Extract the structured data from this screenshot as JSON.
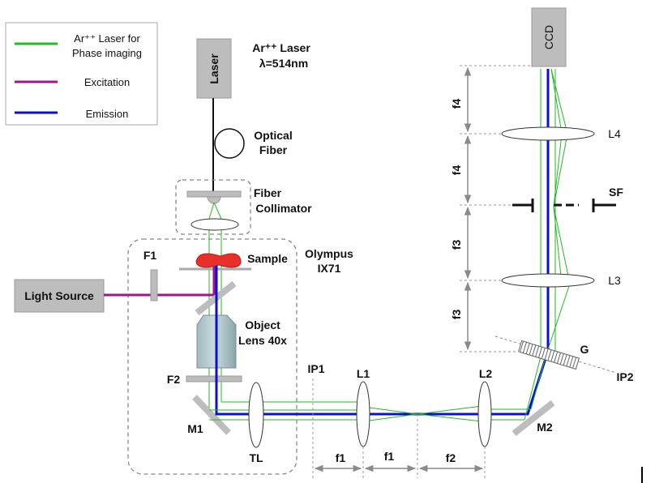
{
  "colors": {
    "green": "#22bb22",
    "magenta": "#a0158f",
    "blue": "#0a10d0",
    "gray_component": "#bdbdbd",
    "sample_red": "#e8302a"
  },
  "legend": {
    "items": [
      {
        "label_line1": "Ar⁺⁺ Laser for",
        "label_line2": "Phase imaging",
        "color_key": "green"
      },
      {
        "label_line1": "Excitation",
        "color_key": "magenta"
      },
      {
        "label_line1": "Emission",
        "color_key": "blue"
      }
    ]
  },
  "components": {
    "laser_box": "Laser",
    "laser_title": "Ar⁺⁺ Laser",
    "laser_wavelength": "λ=514nm",
    "optical_fiber_1": "Optical",
    "optical_fiber_2": "Fiber",
    "fiber_collimator_1": "Fiber",
    "fiber_collimator_2": "Collimator",
    "microscope_1": "Olympus",
    "microscope_2": "IX71",
    "sample": "Sample",
    "light_source": "Light Source",
    "f1_filter": "F1",
    "f2_filter": "F2",
    "objective_1": "Object",
    "objective_2": "Lens 40x",
    "m1": "M1",
    "tl": "TL",
    "ip1": "IP1",
    "l1": "L1",
    "l2": "L2",
    "m2": "M2",
    "g": "G",
    "ip2": "IP2",
    "l3": "L3",
    "l4": "L4",
    "sf": "SF",
    "ccd": "CCD"
  },
  "dimensions": {
    "bottom": [
      "f1",
      "f1",
      "f2"
    ],
    "right": [
      "f4",
      "f4",
      "f3",
      "f3"
    ]
  }
}
